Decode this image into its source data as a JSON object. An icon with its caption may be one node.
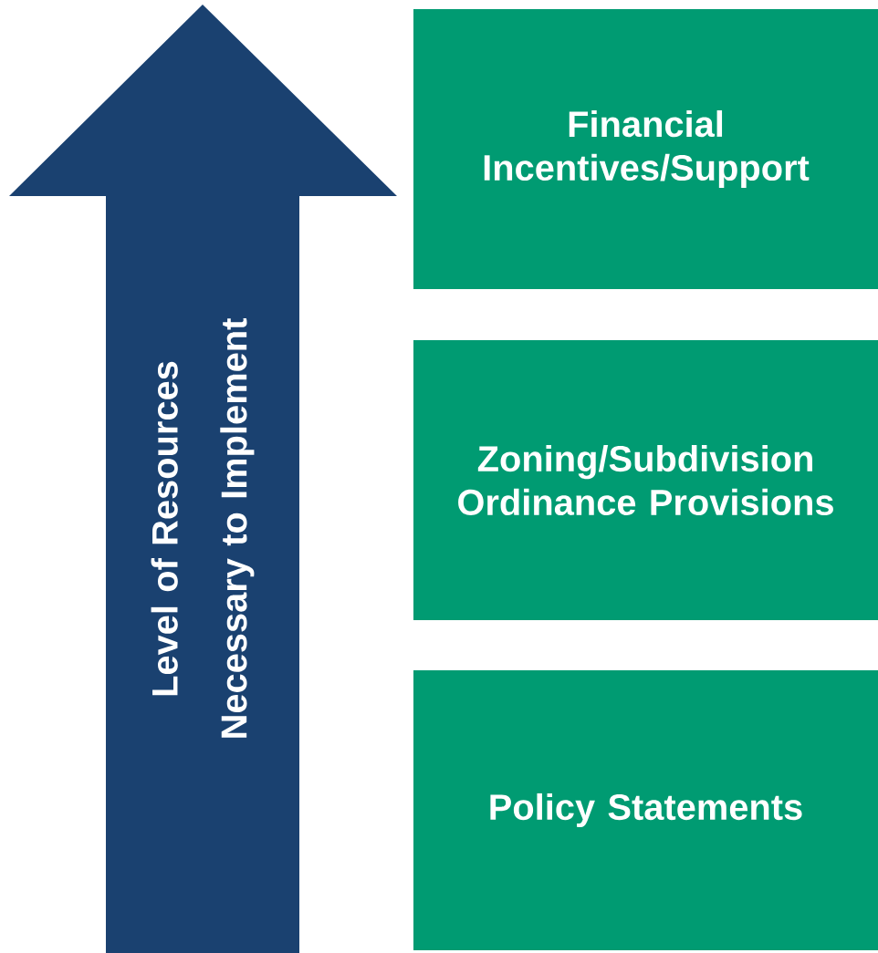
{
  "diagram": {
    "nodes": [
      {
        "text": [
          "Level of Resources Necessary to Implement"
        ]
      },
      {
        "text": [
          "Financial Incentives/Support"
        ]
      },
      {
        "text": [
          "Zoning/Subdivision Ordinance Provisions"
        ]
      },
      {
        "text": [
          "Policy Statements"
        ]
      }
    ]
  }
}
